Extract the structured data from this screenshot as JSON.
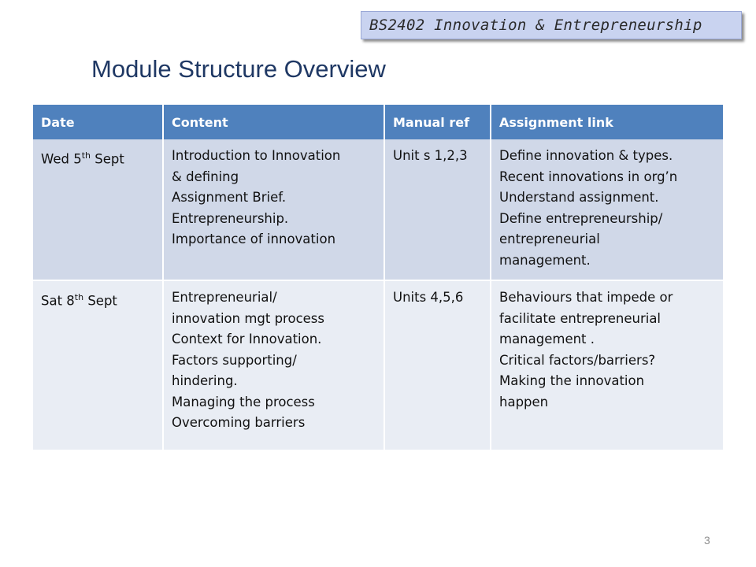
{
  "header": {
    "course_badge": "BS2402 Innovation &  Entrepreneurship",
    "title": "Module Structure Overview"
  },
  "table": {
    "columns": [
      "Date",
      "Content",
      "Manual ref",
      "Assignment link"
    ],
    "rows": [
      {
        "date_prefix": "Wed 5",
        "date_sup": "th",
        "date_suffix": " Sept",
        "content": [
          "Introduction to Innovation",
          "& defining",
          "Assignment Brief.",
          "Entrepreneurship.",
          "Importance of innovation"
        ],
        "manual_ref": "Unit s 1,2,3",
        "assignment_link": [
          "Define innovation & types.",
          "Recent innovations in org’n",
          "Understand assignment.",
          "Define entrepreneurship/",
          "entrepreneurial",
          "management."
        ]
      },
      {
        "date_prefix": "Sat 8",
        "date_sup": "th",
        "date_suffix": " Sept",
        "content": [
          "Entrepreneurial/",
          "innovation mgt process",
          "Context for Innovation.",
          "Factors supporting/",
          "hindering.",
          "Managing the process",
          "Overcoming barriers"
        ],
        "manual_ref": "Units 4,5,6",
        "assignment_link": [
          "Behaviours that impede or",
          "facilitate entrepreneurial",
          "management .",
          "Critical factors/barriers?",
          "Making the innovation",
          "happen"
        ]
      }
    ]
  },
  "footer": {
    "page_number": "3"
  },
  "colors": {
    "header_fill": "#4f81bd",
    "row_dark": "#d0d8e8",
    "row_light": "#e9edf4",
    "title": "#1f3864",
    "badge_fill": "#c9d3f0"
  }
}
